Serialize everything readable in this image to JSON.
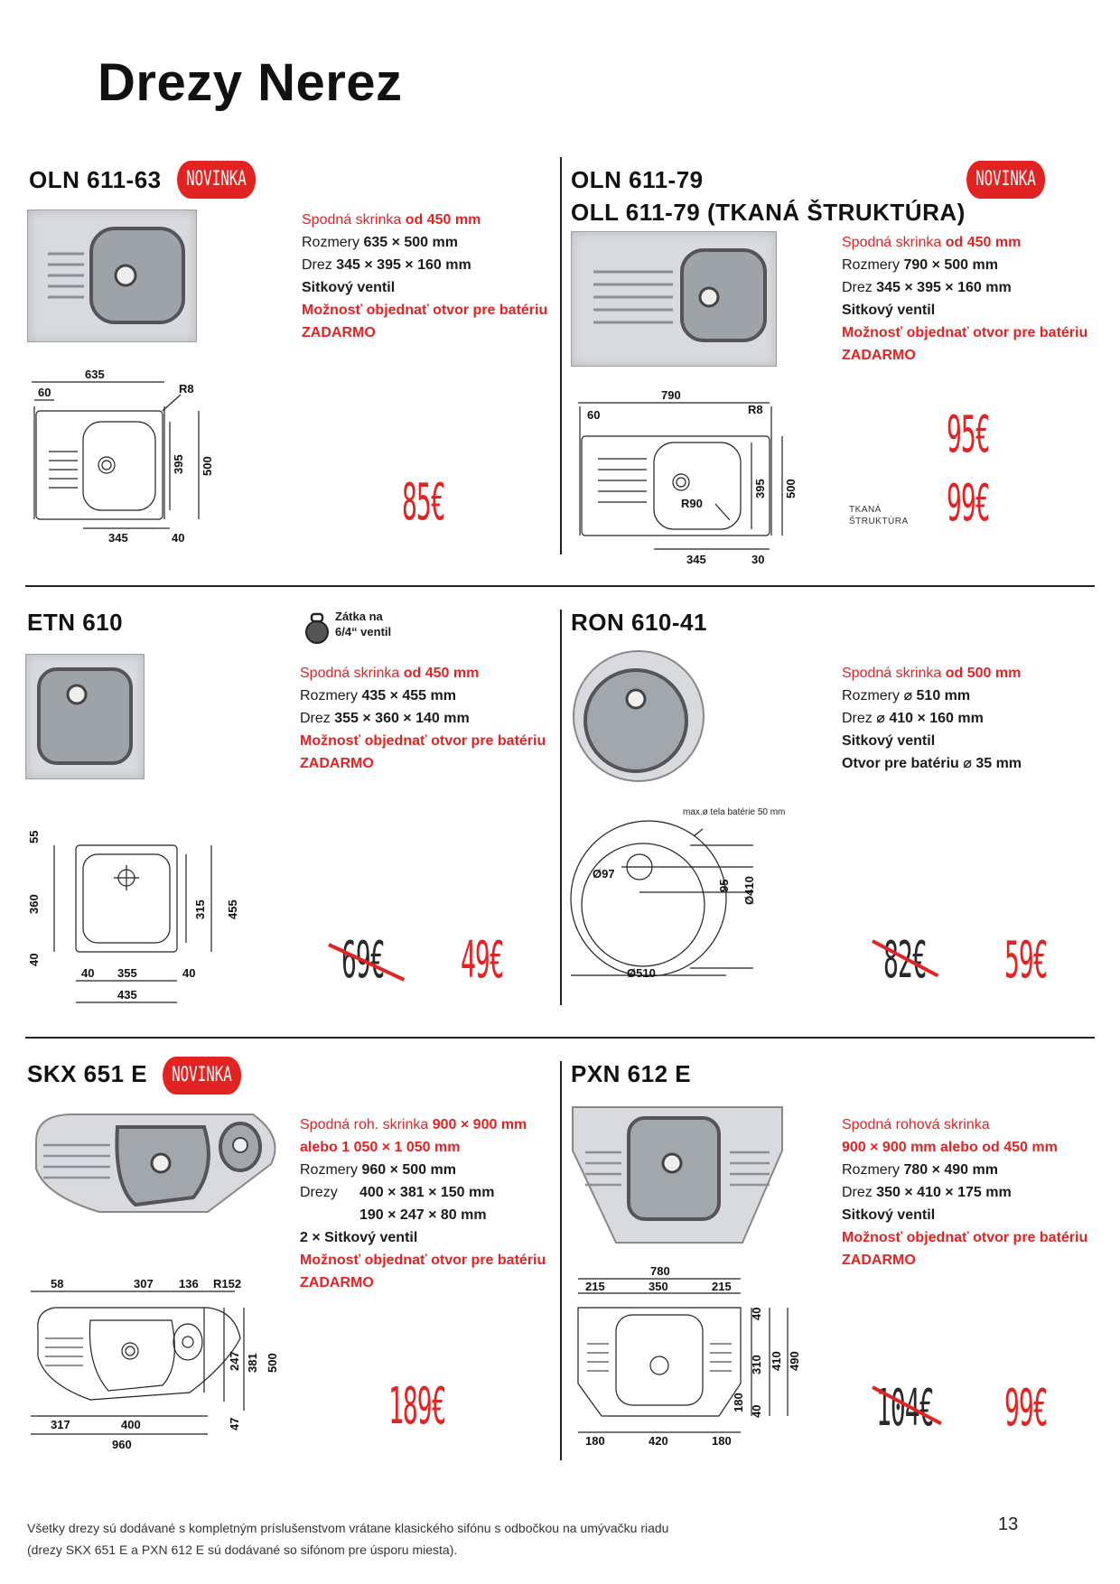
{
  "page": {
    "title": "Drezy Nerez",
    "page_number": "13"
  },
  "colors": {
    "accent": "#e32222",
    "text": "#1a1a1a"
  },
  "products": {
    "oln611_63": {
      "name": "OLN 611-63",
      "badge": "NOVINKA",
      "spec_lines": [
        {
          "label": "Spodná skrinka ",
          "value": "od 450 mm"
        },
        {
          "label": "Rozmery ",
          "value": "635 × 500 mm"
        },
        {
          "label": "Drez ",
          "value": "345 × 395 × 160 mm"
        }
      ],
      "valve": "Sitkový ventil",
      "option": "Možnosť objednať otvor pre batériu",
      "free": "ZADARMO",
      "price": "85€",
      "dims": {
        "w": "635",
        "l": "60",
        "r": "R8",
        "h1": "395",
        "h2": "500",
        "b1": "345",
        "b2": "40"
      }
    },
    "oln611_79": {
      "name": "OLN 611-79",
      "name2": "OLL 611-79 (TKANÁ ŠTRUKTÚRA)",
      "badge": "NOVINKA",
      "spec_lines": [
        {
          "label": "Spodná skrinka ",
          "value": "od 450 mm"
        },
        {
          "label": "Rozmery ",
          "value": "790 × 500 mm"
        },
        {
          "label": "Drez ",
          "value": "345 × 395 × 160 mm"
        }
      ],
      "valve": "Sitkový ventil",
      "option": "Možnosť objednať otvor pre batériu",
      "free": "ZADARMO",
      "price": "95€",
      "price2": "99€",
      "note_line1": "TKANÁ",
      "note_line2": "ŠTRUKTÚRA",
      "dims": {
        "w": "790",
        "l": "60",
        "r": "R8",
        "h1": "395",
        "h2": "500",
        "b1": "345",
        "b2": "30",
        "r90": "R90"
      }
    },
    "etn610": {
      "name": "ETN 610",
      "plug_line1": "Zátka na",
      "plug_line2": "6/4“ ventil",
      "spec_lines": [
        {
          "label": "Spodná skrinka ",
          "value": "od 450 mm"
        },
        {
          "label": "Rozmery ",
          "value": "435 × 455 mm"
        },
        {
          "label": "Drez ",
          "value": "355 × 360 × 140 mm"
        }
      ],
      "option": "Možnosť objednať otvor pre batériu",
      "free": "ZADARMO",
      "old_price": "69€",
      "price": "49€",
      "dims": {
        "t": "55",
        "h": "360",
        "bt": "40",
        "w1": "40",
        "w2": "355",
        "w3": "40",
        "w": "435",
        "h1": "315",
        "h2": "455"
      }
    },
    "ron610_41": {
      "name": "RON 610-41",
      "spec_lines": [
        {
          "label": "Spodná skrinka ",
          "value": "od 500 mm"
        },
        {
          "label": "Rozmery ",
          "value": "⌀ 510 mm"
        },
        {
          "label": "Drez ",
          "value": "⌀ 410 × 160 mm"
        }
      ],
      "valve": "Sitkový ventil",
      "hole": "Otvor pre batériu ⌀ 35 mm",
      "max_note": "max.ø tela batérie 50 mm",
      "old_price": "82€",
      "price": "59€",
      "dims": {
        "d97": "Ø97",
        "d95": "95",
        "d410": "Ø410",
        "d510": "Ø510"
      }
    },
    "skx651e": {
      "name": "SKX 651 E",
      "badge": "NOVINKA",
      "spec_line1_label": "Spodná roh. skrinka ",
      "spec_line1_value": "900 × 900 mm",
      "spec_line2": "alebo 1 050 × 1 050 mm",
      "size_label": "Rozmery ",
      "size_value": "960 × 500 mm",
      "drez_label": "Drezy",
      "drez_value1": "400 × 381 × 150 mm",
      "drez_value2": "190 × 247 ×  80 mm",
      "valve": "2 × Sitkový ventil",
      "option": "Možnosť objednať otvor pre batériu",
      "free": "ZADARMO",
      "price": "189€",
      "dims": {
        "a": "58",
        "b": "307",
        "c": "136",
        "r": "R152",
        "h1": "247",
        "h2": "381",
        "h3": "500",
        "h4": "47",
        "w1": "317",
        "w2": "400",
        "w": "960"
      }
    },
    "pxn612e": {
      "name": "PXN 612 E",
      "spec_line1": "Spodná rohová skrinka",
      "spec_line2": "900 × 900 mm alebo od 450 mm",
      "size_label": "Rozmery ",
      "size_value": "780 × 490 mm",
      "drez_label": "Drez ",
      "drez_value": "350 × 410 × 175 mm",
      "valve": "Sitkový ventil",
      "option": "Možnosť objednať otvor pre batériu",
      "free": "ZADARMO",
      "old_price": "104€",
      "price": "99€",
      "dims": {
        "w": "780",
        "t1": "215",
        "t2": "350",
        "t3": "215",
        "r1": "40",
        "r2": "310",
        "r3": "410",
        "r4": "490",
        "r5": "180",
        "r6": "40",
        "b1": "180",
        "b2": "420",
        "b3": "180"
      }
    }
  },
  "footer": {
    "line1": "Všetky drezy sú dodávané s kompletným príslušenstvom vrátane klasického sifónu s odbočkou na umývačku riadu",
    "line2": "(drezy SKX 651 E a PXN 612 E sú dodávané so sifónom pre úsporu miesta)."
  }
}
